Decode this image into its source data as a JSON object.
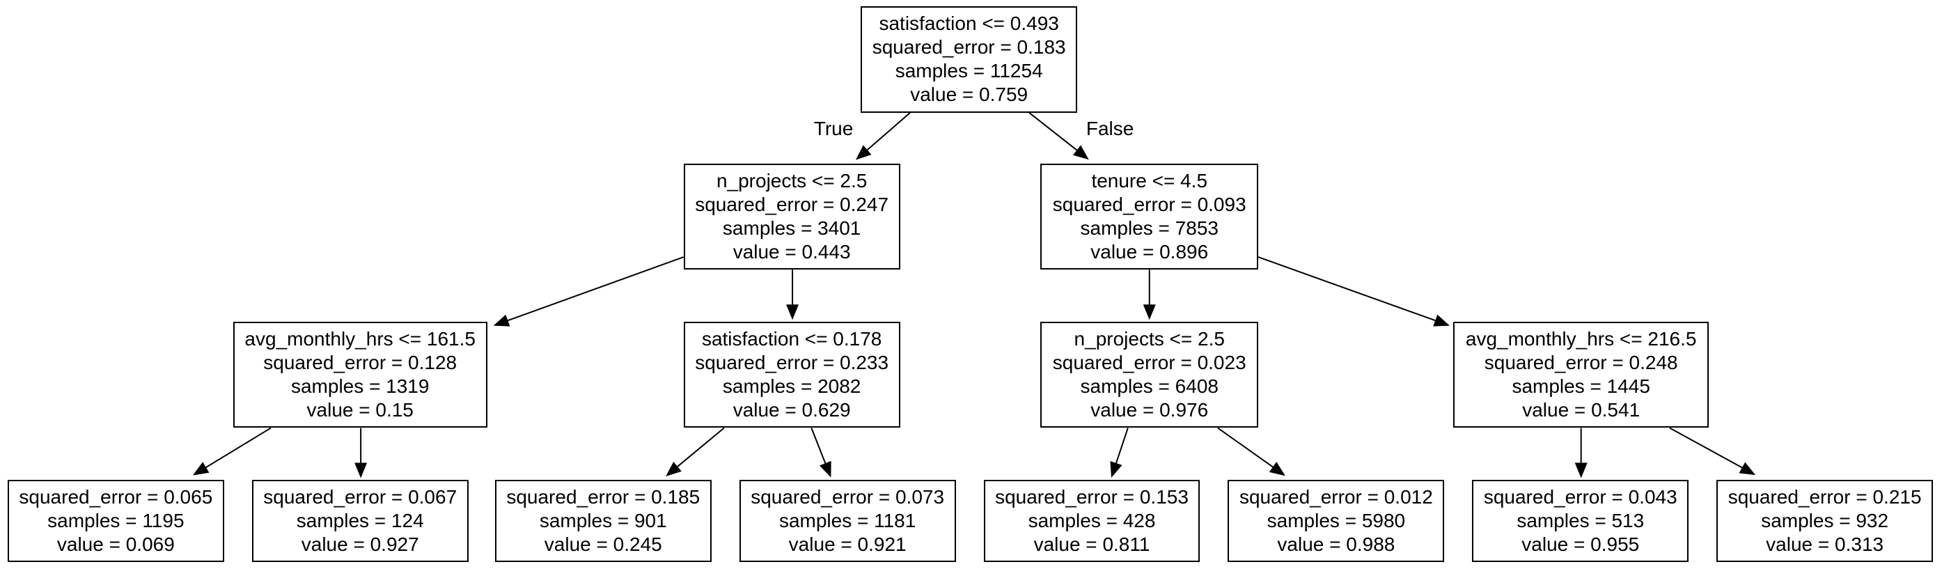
{
  "tree": {
    "nodes": [
      {
        "id": "root",
        "lines": [
          "satisfaction <= 0.493",
          "squared_error = 0.183",
          "samples = 11254",
          "value = 0.759"
        ]
      },
      {
        "id": "n1",
        "lines": [
          "n_projects <= 2.5",
          "squared_error = 0.247",
          "samples = 3401",
          "value = 0.443"
        ]
      },
      {
        "id": "n2",
        "lines": [
          "tenure <= 4.5",
          "squared_error = 0.093",
          "samples = 7853",
          "value = 0.896"
        ]
      },
      {
        "id": "n3",
        "lines": [
          "avg_monthly_hrs <= 161.5",
          "squared_error = 0.128",
          "samples = 1319",
          "value = 0.15"
        ]
      },
      {
        "id": "n4",
        "lines": [
          "satisfaction <= 0.178",
          "squared_error = 0.233",
          "samples = 2082",
          "value = 0.629"
        ]
      },
      {
        "id": "n5",
        "lines": [
          "n_projects <= 2.5",
          "squared_error = 0.023",
          "samples = 6408",
          "value = 0.976"
        ]
      },
      {
        "id": "n6",
        "lines": [
          "avg_monthly_hrs <= 216.5",
          "squared_error = 0.248",
          "samples = 1445",
          "value = 0.541"
        ]
      },
      {
        "id": "l1",
        "lines": [
          "squared_error = 0.065",
          "samples = 1195",
          "value = 0.069"
        ]
      },
      {
        "id": "l2",
        "lines": [
          "squared_error = 0.067",
          "samples = 124",
          "value = 0.927"
        ]
      },
      {
        "id": "l3",
        "lines": [
          "squared_error = 0.185",
          "samples = 901",
          "value = 0.245"
        ]
      },
      {
        "id": "l4",
        "lines": [
          "squared_error = 0.073",
          "samples = 1181",
          "value = 0.921"
        ]
      },
      {
        "id": "l5",
        "lines": [
          "squared_error = 0.153",
          "samples = 428",
          "value = 0.811"
        ]
      },
      {
        "id": "l6",
        "lines": [
          "squared_error = 0.012",
          "samples = 5980",
          "value = 0.988"
        ]
      },
      {
        "id": "l7",
        "lines": [
          "squared_error = 0.043",
          "samples = 513",
          "value = 0.955"
        ]
      },
      {
        "id": "l8",
        "lines": [
          "squared_error = 0.215",
          "samples = 932",
          "value = 0.313"
        ]
      }
    ],
    "edges": [
      {
        "from": "root",
        "to": "n1",
        "label": "True"
      },
      {
        "from": "root",
        "to": "n2",
        "label": "False"
      },
      {
        "from": "n1",
        "to": "n3"
      },
      {
        "from": "n1",
        "to": "n4"
      },
      {
        "from": "n2",
        "to": "n5"
      },
      {
        "from": "n2",
        "to": "n6"
      },
      {
        "from": "n3",
        "to": "l1"
      },
      {
        "from": "n3",
        "to": "l2"
      },
      {
        "from": "n4",
        "to": "l3"
      },
      {
        "from": "n4",
        "to": "l4"
      },
      {
        "from": "n5",
        "to": "l5"
      },
      {
        "from": "n5",
        "to": "l6"
      },
      {
        "from": "n6",
        "to": "l7"
      },
      {
        "from": "n6",
        "to": "l8"
      }
    ]
  }
}
